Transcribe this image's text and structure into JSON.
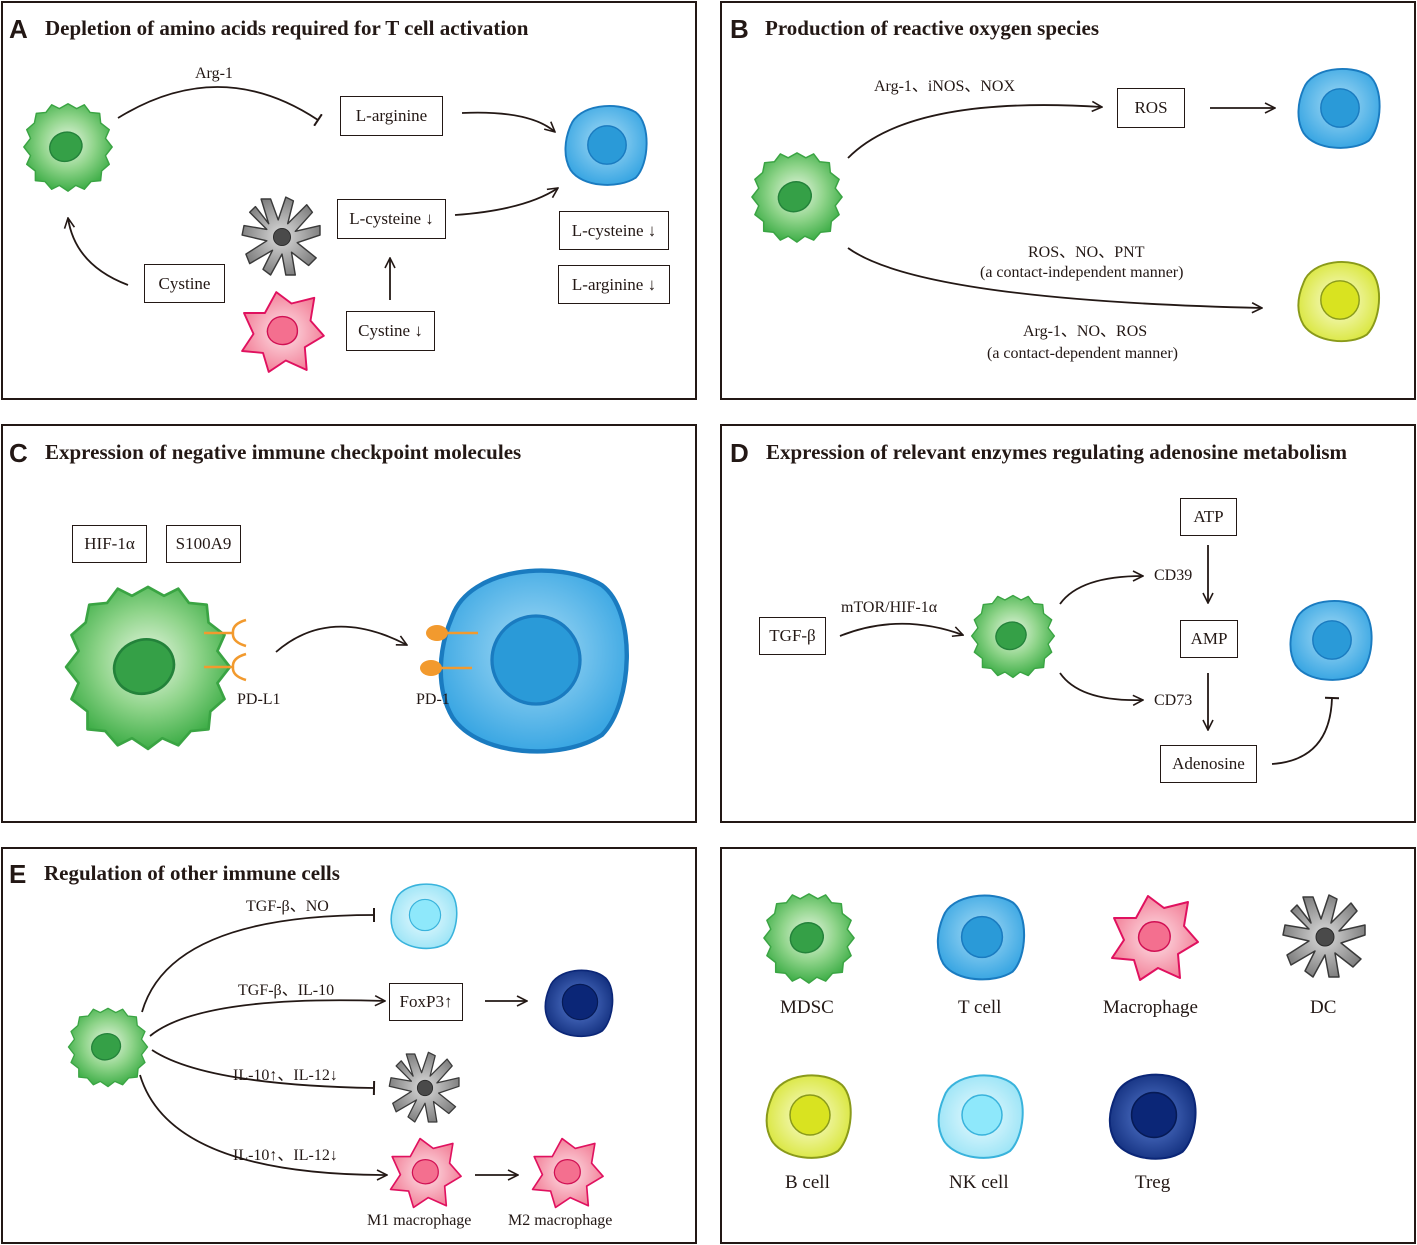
{
  "panels": {
    "A": {
      "letter": "A",
      "title": "Depletion of amino acids required for T cell activation",
      "arg1": "Arg-1",
      "l_arginine": "L-arginine",
      "l_cysteine": "L-cysteine ↓",
      "cystine": "Cystine",
      "cystine_down": "Cystine ↓",
      "tcell_cysteine": "L-cysteine ↓",
      "tcell_arginine": "L-arginine ↓"
    },
    "B": {
      "letter": "B",
      "title": "Production of reactive oxygen species",
      "enzymes": "Arg-1、iNOS、NOX",
      "ros": "ROS",
      "indep_line1": "ROS、NO、PNT",
      "indep_line2": "(a contact-independent manner)",
      "dep_line1": "Arg-1、NO、ROS",
      "dep_line2": "(a contact-dependent manner)"
    },
    "C": {
      "letter": "C",
      "title": "Expression of negative immune checkpoint molecules",
      "hif": "HIF-1α",
      "s100a9": "S100A9",
      "pdl1": "PD-L1",
      "pd1": "PD-1"
    },
    "D": {
      "letter": "D",
      "title": "Expression of relevant enzymes regulating adenosine metabolism",
      "tgfb": "TGF-β",
      "mtor": "mTOR/HIF-1α",
      "cd39": "CD39",
      "cd73": "CD73",
      "atp": "ATP",
      "amp": "AMP",
      "adenosine": "Adenosine"
    },
    "E": {
      "letter": "E",
      "title": "Regulation of other immune cells",
      "r1": "TGF-β、NO",
      "r2": "TGF-β、IL-10",
      "foxp3": "FoxP3↑",
      "r3": "IL-10↑、IL-12↓",
      "r4": "IL-10↑、IL-12↓",
      "m1": "M1 macrophage",
      "m2": "M2 macrophage"
    }
  },
  "legend": {
    "mdsc": "MDSC",
    "tcell": "T cell",
    "macrophage": "Macrophage",
    "dc": "DC",
    "bcell": "B cell",
    "nkcell": "NK cell",
    "treg": "Treg"
  },
  "colors": {
    "mdsc_fill": "#5cbd5c",
    "mdsc_nucleus": "#35a047",
    "tcell_fill": "#4fb3e8",
    "tcell_nucleus": "#2a9ad8",
    "macrophage_fill": "#f4899e",
    "macrophage_stroke": "#e0115f",
    "dc_fill": "#777777",
    "bcell_fill": "#e6ee6a",
    "bcell_stroke": "#8a9a1a",
    "nk_fill": "#a5e9f8",
    "nk_stroke": "#39b3dc",
    "treg_fill": "#1b3f9a",
    "treg_nucleus": "#0b2677",
    "receptor": "#f29a2e"
  }
}
